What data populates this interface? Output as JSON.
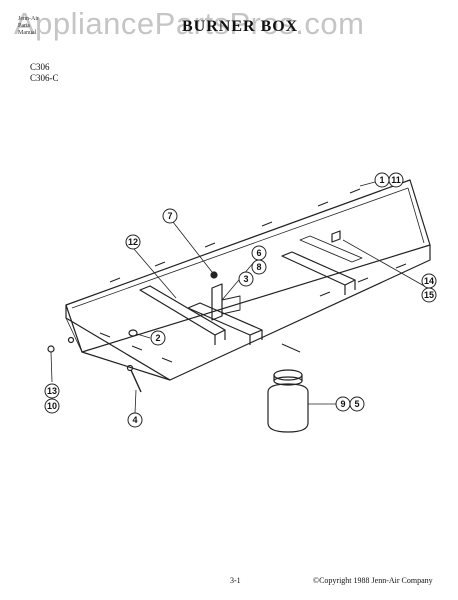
{
  "watermark": "AppliancePartsPros.com",
  "header": {
    "small_lines": [
      "Jenn-Air",
      "Parts",
      "Manual"
    ],
    "title": "BURNER BOX"
  },
  "models": [
    "C306",
    "C306-C"
  ],
  "callouts": [
    {
      "id": "c1",
      "label": "1"
    },
    {
      "id": "c11",
      "label": "11"
    },
    {
      "id": "c7",
      "label": "7"
    },
    {
      "id": "c12",
      "label": "12"
    },
    {
      "id": "c6",
      "label": "6"
    },
    {
      "id": "c8",
      "label": "8"
    },
    {
      "id": "c3",
      "label": "3"
    },
    {
      "id": "c14",
      "label": "14"
    },
    {
      "id": "c15",
      "label": "15"
    },
    {
      "id": "c2",
      "label": "2"
    },
    {
      "id": "c13",
      "label": "13"
    },
    {
      "id": "c10",
      "label": "10"
    },
    {
      "id": "c4",
      "label": "4"
    },
    {
      "id": "c9",
      "label": "9"
    },
    {
      "id": "c5",
      "label": "5"
    }
  ],
  "footer": {
    "page": "3-1",
    "copyright": "©Copyright 1988 Jenn-Air Company"
  }
}
